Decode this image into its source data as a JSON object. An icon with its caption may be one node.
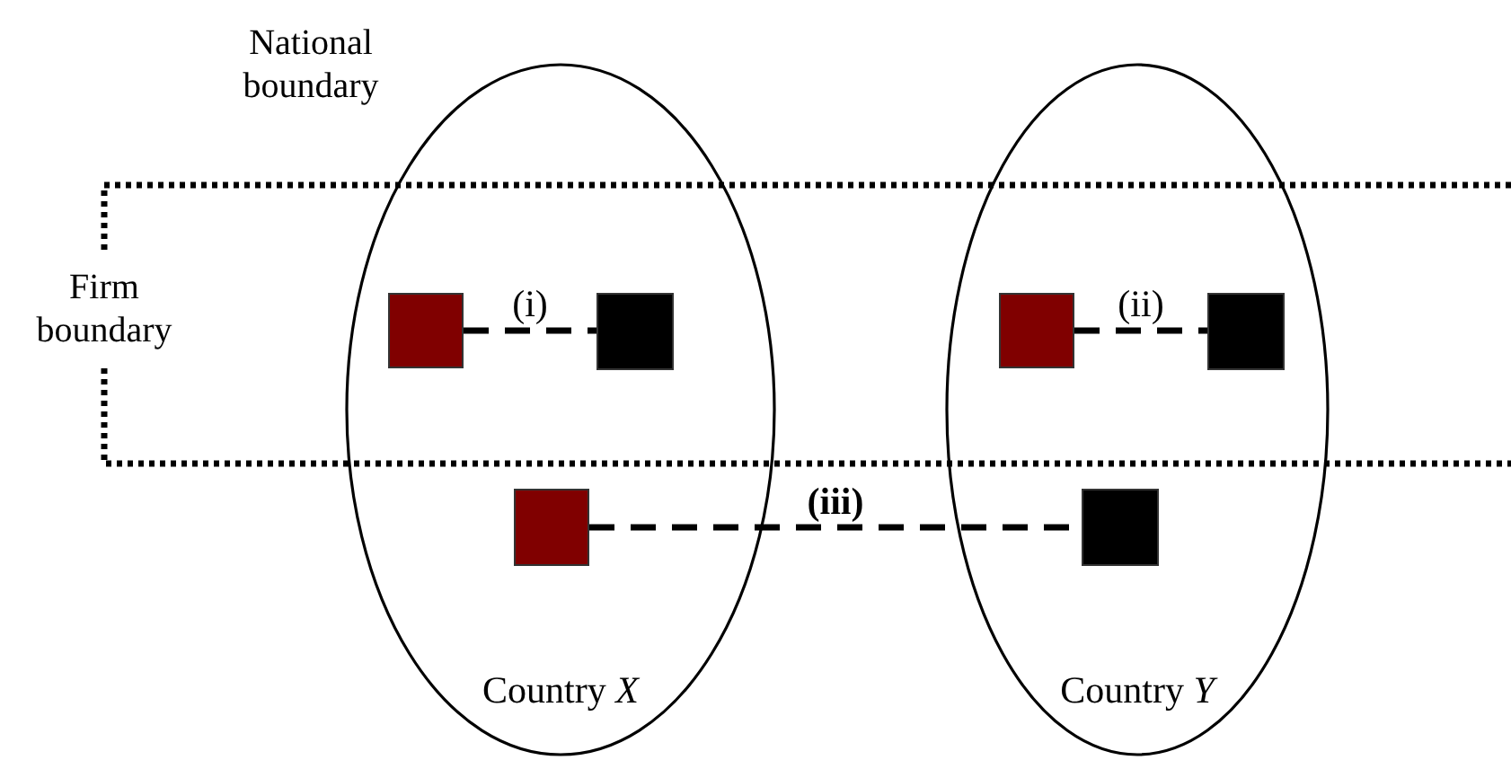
{
  "diagram": {
    "nodes": [
      {
        "text": [
          "Country *X*"
        ]
      },
      {
        "text": [
          "Country *Y*"
        ]
      },
      {
        "text": [],
        "shape": "box",
        "in": 0
      },
      {
        "text": [],
        "shape": "box",
        "in": 0
      },
      {
        "text": [],
        "shape": "box",
        "in": 1
      },
      {
        "text": [],
        "shape": "box",
        "in": 1
      },
      {
        "text": [],
        "shape": "box",
        "in": 0
      },
      {
        "text": [],
        "shape": "box",
        "in": 1
      }
    ],
    "edges": [
      {
        "from": 2,
        "to": 3,
        "arrow": "none",
        "label": "(i)",
        "style": "dashed"
      },
      {
        "from": 4,
        "to": 5,
        "arrow": "none",
        "label": "(ii)",
        "style": "dashed"
      },
      {
        "from": 6,
        "to": 7,
        "arrow": "none",
        "label": "(iii)",
        "style": "dashed"
      }
    ],
    "labels": [
      "National boundary",
      "Firm boundary"
    ]
  }
}
